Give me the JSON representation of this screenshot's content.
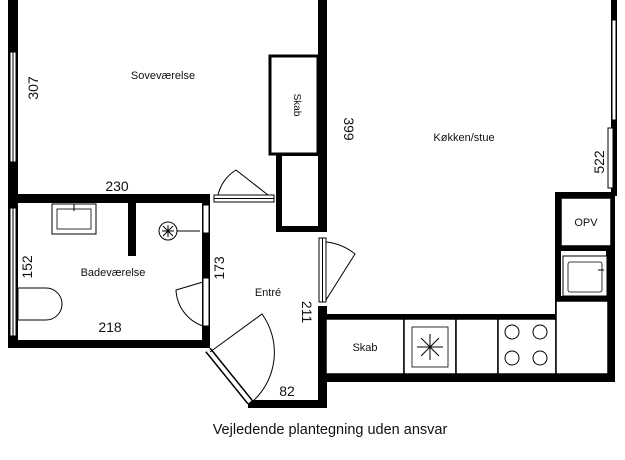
{
  "rooms": {
    "bedroom": "Soveværelse",
    "kitchen_living": "Køkken/stue",
    "bathroom": "Badeværelse",
    "entrance": "Entré"
  },
  "fixtures": {
    "closet_bedroom": "Skab",
    "closet_kitchen": "Skab",
    "opv": "OPV"
  },
  "dimensions": {
    "bedroom_height": "307",
    "bedroom_width": "230",
    "kitchen_height_left": "399",
    "kitchen_height_right": "522",
    "bathroom_height": "152",
    "bathroom_width": "218",
    "hall_height": "173",
    "entrance_height": "211",
    "entrance_width": "82"
  },
  "caption": "Vejledende plantegning uden ansvar"
}
